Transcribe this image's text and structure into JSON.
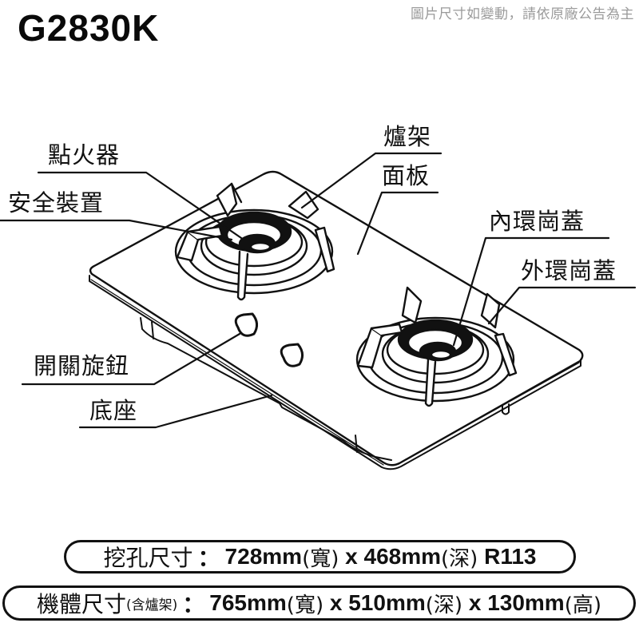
{
  "header": {
    "model": "G2830K",
    "disclaimer": "圖片尺寸如變動，請依原廠公告為主"
  },
  "labels": {
    "igniter": "點火器",
    "safety_device": "安全裝置",
    "pan_support": "爐架",
    "top_panel": "面板",
    "inner_burner_cap": "內環崗蓋",
    "outer_burner_cap": "外環崗蓋",
    "control_knob": "開關旋鈕",
    "base": "底座"
  },
  "specs": {
    "cutout": {
      "label": "挖孔尺寸",
      "colon": "：",
      "width_value": "728mm",
      "width_unit": "(寬)",
      "sep1": " x ",
      "depth_value": "468mm",
      "depth_unit": "(深)",
      "radius": " R113"
    },
    "body": {
      "label": "機體尺寸",
      "note": "(含爐架)",
      "colon": "：",
      "width_value": "765mm",
      "width_unit": "(寬)",
      "sep1": " x ",
      "depth_value": "510mm",
      "depth_unit": "(深)",
      "sep2": " x ",
      "height_value": "130mm",
      "height_unit": "(高)"
    }
  },
  "colors": {
    "line": "#111111",
    "disclaimer": "#9a9a9a",
    "background": "#ffffff"
  }
}
